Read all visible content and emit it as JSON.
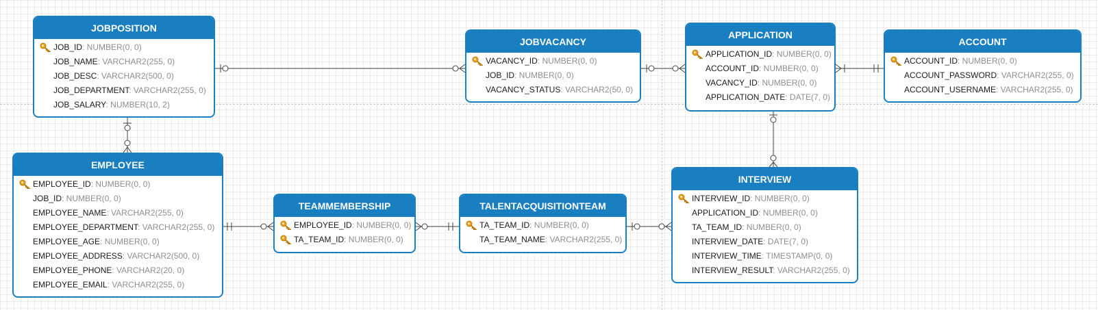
{
  "diagram": {
    "entities": [
      {
        "id": "jobposition",
        "title": "JOBPOSITION",
        "columns": [
          {
            "name": "JOB_ID",
            "type": ": NUMBER(0, 0)",
            "pk": true
          },
          {
            "name": "JOB_NAME",
            "type": ": VARCHAR2(255, 0)",
            "pk": false
          },
          {
            "name": "JOB_DESC",
            "type": ": VARCHAR2(500, 0)",
            "pk": false
          },
          {
            "name": "JOB_DEPARTMENT",
            "type": ": VARCHAR2(255, 0)",
            "pk": false
          },
          {
            "name": "JOB_SALARY",
            "type": ": NUMBER(10, 2)",
            "pk": false
          }
        ]
      },
      {
        "id": "jobvacancy",
        "title": "JOBVACANCY",
        "columns": [
          {
            "name": "VACANCY_ID",
            "type": ": NUMBER(0, 0)",
            "pk": true
          },
          {
            "name": "JOB_ID",
            "type": ": NUMBER(0, 0)",
            "pk": false
          },
          {
            "name": "VACANCY_STATUS",
            "type": ": VARCHAR2(50, 0)",
            "pk": false
          }
        ]
      },
      {
        "id": "application",
        "title": "APPLICATION",
        "columns": [
          {
            "name": "APPLICATION_ID",
            "type": ": NUMBER(0, 0)",
            "pk": true
          },
          {
            "name": "ACCOUNT_ID",
            "type": ": NUMBER(0, 0)",
            "pk": false
          },
          {
            "name": "VACANCY_ID",
            "type": ": NUMBER(0, 0)",
            "pk": false
          },
          {
            "name": "APPLICATION_DATE",
            "type": ": DATE(7, 0)",
            "pk": false
          }
        ]
      },
      {
        "id": "account",
        "title": "ACCOUNT",
        "columns": [
          {
            "name": "ACCOUNT_ID",
            "type": ": NUMBER(0, 0)",
            "pk": true
          },
          {
            "name": "ACCOUNT_PASSWORD",
            "type": ": VARCHAR2(255, 0)",
            "pk": false
          },
          {
            "name": "ACCOUNT_USERNAME",
            "type": ": VARCHAR2(255, 0)",
            "pk": false
          }
        ]
      },
      {
        "id": "employee",
        "title": "EMPLOYEE",
        "columns": [
          {
            "name": "EMPLOYEE_ID",
            "type": ": NUMBER(0, 0)",
            "pk": true
          },
          {
            "name": "JOB_ID",
            "type": ": NUMBER(0, 0)",
            "pk": false
          },
          {
            "name": "EMPLOYEE_NAME",
            "type": ": VARCHAR2(255, 0)",
            "pk": false
          },
          {
            "name": "EMPLOYEE_DEPARTMENT",
            "type": ": VARCHAR2(255, 0)",
            "pk": false
          },
          {
            "name": "EMPLOYEE_AGE",
            "type": ": NUMBER(0, 0)",
            "pk": false
          },
          {
            "name": "EMPLOYEE_ADDRESS",
            "type": ": VARCHAR2(500, 0)",
            "pk": false
          },
          {
            "name": "EMPLOYEE_PHONE",
            "type": ": VARCHAR2(20, 0)",
            "pk": false
          },
          {
            "name": "EMPLOYEE_EMAIL",
            "type": ": VARCHAR2(255, 0)",
            "pk": false
          }
        ]
      },
      {
        "id": "teammembership",
        "title": "TEAMMEMBERSHIP",
        "columns": [
          {
            "name": "EMPLOYEE_ID",
            "type": ": NUMBER(0, 0)",
            "pk": true
          },
          {
            "name": "TA_TEAM_ID",
            "type": ": NUMBER(0, 0)",
            "pk": true
          }
        ]
      },
      {
        "id": "talentacquisitionteam",
        "title": "TALENTACQUISITIONTEAM",
        "columns": [
          {
            "name": "TA_TEAM_ID",
            "type": ": NUMBER(0, 0)",
            "pk": true
          },
          {
            "name": "TA_TEAM_NAME",
            "type": ": VARCHAR2(255, 0)",
            "pk": false
          }
        ]
      },
      {
        "id": "interview",
        "title": "INTERVIEW",
        "columns": [
          {
            "name": "INTERVIEW_ID",
            "type": ": NUMBER(0, 0)",
            "pk": true
          },
          {
            "name": "APPLICATION_ID",
            "type": ": NUMBER(0, 0)",
            "pk": false
          },
          {
            "name": "TA_TEAM_ID",
            "type": ": NUMBER(0, 0)",
            "pk": false
          },
          {
            "name": "INTERVIEW_DATE",
            "type": ": DATE(7, 0)",
            "pk": false
          },
          {
            "name": "INTERVIEW_TIME",
            "type": ": TIMESTAMP(0, 0)",
            "pk": false
          },
          {
            "name": "INTERVIEW_RESULT",
            "type": ": VARCHAR2(255, 0)",
            "pk": false
          }
        ]
      }
    ],
    "relationships": [
      {
        "from": "jobposition",
        "to": "jobvacancy",
        "from_end": "zero-or-one",
        "to_end": "zero-or-many"
      },
      {
        "from": "jobvacancy",
        "to": "application",
        "from_end": "zero-or-one",
        "to_end": "zero-or-many"
      },
      {
        "from": "application",
        "to": "account",
        "from_end": "one-or-many",
        "to_end": "exactly-one"
      },
      {
        "from": "jobposition",
        "to": "employee",
        "from_end": "zero-or-one",
        "to_end": "zero-or-many"
      },
      {
        "from": "employee",
        "to": "teammembership",
        "from_end": "exactly-one",
        "to_end": "zero-or-many"
      },
      {
        "from": "teammembership",
        "to": "talentacquisitionteam",
        "from_end": "zero-or-many",
        "to_end": "exactly-one"
      },
      {
        "from": "talentacquisitionteam",
        "to": "interview",
        "from_end": "zero-or-one",
        "to_end": "zero-or-many"
      },
      {
        "from": "application",
        "to": "interview",
        "from_end": "zero-or-one",
        "to_end": "zero-or-many"
      }
    ],
    "colors": {
      "header": "#1a7fc1",
      "border": "#1a7fc1",
      "column_name": "#1a1a1a",
      "column_type": "#8e8e8e",
      "key_icon": "#e8a317",
      "line": "#444444"
    },
    "icons": {
      "primary_key": "key-icon"
    }
  }
}
